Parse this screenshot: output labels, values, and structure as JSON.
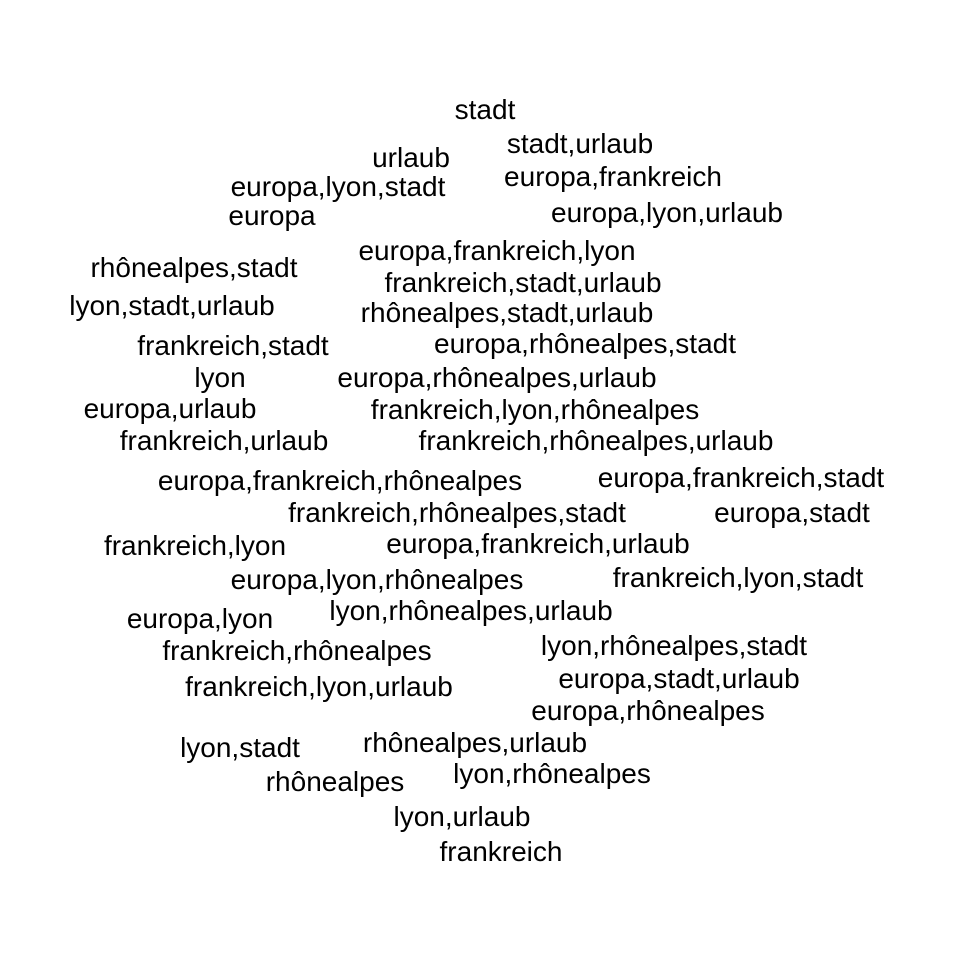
{
  "text_color": "#000000",
  "background_color": "#ffffff",
  "words": [
    "stadt",
    "stadt,urlaub",
    "urlaub",
    "europa,frankreich",
    "europa,lyon,stadt",
    "europa",
    "europa,lyon,urlaub",
    "europa,frankreich,lyon",
    "rhônealpes,stadt",
    "frankreich,stadt,urlaub",
    "lyon,stadt,urlaub",
    "rhônealpes,stadt,urlaub",
    "frankreich,stadt",
    "europa,rhônealpes,stadt",
    "lyon",
    "europa,rhônealpes,urlaub",
    "europa,urlaub",
    "frankreich,lyon,rhônealpes",
    "frankreich,urlaub",
    "frankreich,rhônealpes,urlaub",
    "europa,frankreich,rhônealpes",
    "europa,frankreich,stadt",
    "frankreich,rhônealpes,stadt",
    "europa,stadt",
    "frankreich,lyon",
    "europa,frankreich,urlaub",
    "europa,lyon,rhônealpes",
    "frankreich,lyon,stadt",
    "europa,lyon",
    "lyon,rhônealpes,urlaub",
    "frankreich,rhônealpes",
    "lyon,rhônealpes,stadt",
    "frankreich,lyon,urlaub",
    "europa,stadt,urlaub",
    "europa,rhônealpes",
    "lyon,stadt",
    "rhônealpes,urlaub",
    "rhônealpes",
    "lyon,rhônealpes",
    "lyon,urlaub",
    "frankreich"
  ]
}
